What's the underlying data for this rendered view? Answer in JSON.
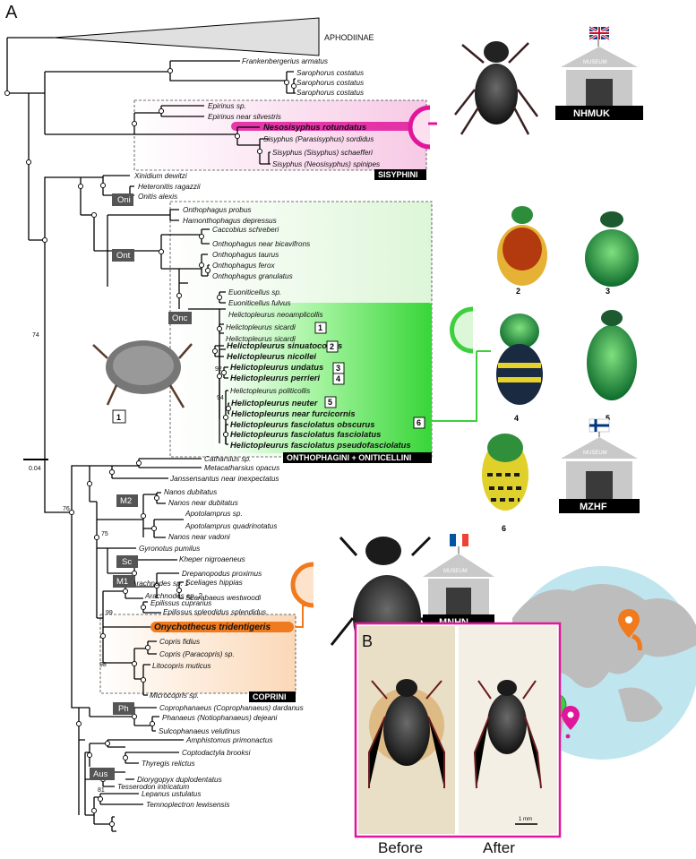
{
  "panels": {
    "a": "A",
    "b": "B"
  },
  "outgroup": "APHODIINAE",
  "scale_bar": "0.04",
  "tips": {
    "t01": "Frankenbergerius armatus",
    "t02": "Sarophorus costatus",
    "t03": "Sarophorus costatus",
    "t04": "Sarophorus costatus",
    "t05": "Epirinus sp.",
    "t06": "Epirinus near silvestris",
    "t07": "Nesosisyphus rotundatus",
    "t08": "Sisyphus (Parasisyphus) sordidus",
    "t09": "Sisyphus (Sisyphus) schaefferi",
    "t10": "Sisyphus (Neosisyphus) spinipes",
    "t11": "Xinidium dewitzi",
    "t12": "Heteronitis ragazzii",
    "t13": "Onitis alexis",
    "t14": "Onthophagus probus",
    "t15": "Hamonthophagus depressus",
    "t16": "Caccobius schreberi",
    "t17": "Onthophagus near bicavifrons",
    "t18": "Onthophagus taurus",
    "t19": "Onthophagus ferox",
    "t20": "Onthophagus granulatus",
    "t21": "Euoniticellus sp.",
    "t22": "Euoniticellus fulvus",
    "t23": "Helictopleurus neoamplicollis",
    "t24": "Helictopleurus sicardi",
    "t25": "Helictopleurus sicardi",
    "t26": "Helictopleurus sinuatocornis",
    "t27": "Helictopleurus nicollei",
    "t28": "Helictopleurus undatus",
    "t29": "Helictopleurus perrieri",
    "t30": "Helictopleurus politicollis",
    "t31": "Helictopleurus neuter",
    "t32": "Helictopleurus near furcicornis",
    "t33": "Helictopleurus fasciolatus obscurus",
    "t34": "Helictopleurus fasciolatus fasciolatus",
    "t35": "Helictopleurus fasciolatus pseudofasciolatus",
    "t36": "Catharsius sp.",
    "t37": "Metacatharsius opacus",
    "t38": "Janssensantus near inexpectatus",
    "t39": "Nanos dubitatus",
    "t40": "Nanos near dubitatus",
    "t41": "Apotolamprus sp.",
    "t42": "Apotolamprus quadrinotatus",
    "t43": "Nanos near vadoni",
    "t44": "Gyronotus pumilus",
    "t45": "Kheper nigroaeneus",
    "t46": "Drepanopodus proximus",
    "t47": "Sceliages hippias",
    "t48": "Scarabaeus westwoodi",
    "t49": "Arachnodes sp. 1",
    "t50": "Arachnodes sp. 2",
    "t51": "Epilissus cuprarius",
    "t52": "Epilissus splendidus splendidus",
    "t53": "Onychothecus tridentigeris",
    "t54": "Copris fidius",
    "t55": "Copris (Paracopris) sp.",
    "t56": "Litocopris muticus",
    "t57": "Microcopris sp.",
    "t58": "Coprophanaeus (Coprophanaeus) dardanus",
    "t59": "Phanaeus (Notiophanaeus) dejeani",
    "t60": "Sulcophanaeus velutinus",
    "t61": "Amphistomus primonactus",
    "t62": "Coptodactyla brooksi",
    "t63": "Thyregis relictus",
    "t64": "Diorygopyx duplodentatus",
    "t65": "Tesserodon intricatum",
    "t66": "Lepanus ustulatus",
    "t67": "Temnoplectron lewisensis"
  },
  "support": {
    "s74": "74",
    "s92": "92",
    "s94": "94",
    "s76": "76",
    "s75": "75",
    "s99": "99",
    "s98": "98",
    "s81": "81"
  },
  "clades": {
    "oni": "Oni",
    "ont": "Ont",
    "onc": "Onc",
    "m2": "M2",
    "sc": "Sc",
    "m1": "M1",
    "ph": "Ph",
    "aus": "Aus"
  },
  "tribes": {
    "sisyphini": "SISYPHINI",
    "onthophagini": "ONTHOPHAGINI + ONITICELLINI",
    "coprini": "COPRINI"
  },
  "numbers": {
    "n1": "1",
    "n2": "2",
    "n3": "3",
    "n4": "4",
    "n5": "5",
    "n6": "6"
  },
  "dagger": "†",
  "museums": {
    "nhmuk": "NHMUK",
    "mzhf": "MZHF",
    "mnhn": "MNHN",
    "roof_text": "MUSEUM"
  },
  "inset": {
    "before": "Before",
    "after": "After",
    "scale": "1 mm"
  },
  "colors": {
    "sisyphini": "#e0179b",
    "onthophagini": "#3ecf3e",
    "coprini": "#f07a1e",
    "globe": "#bfe6ee",
    "land": "#bdbdbd"
  }
}
